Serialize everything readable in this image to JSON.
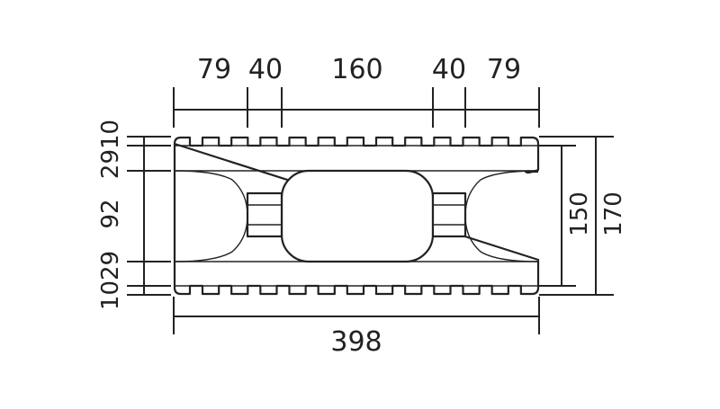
{
  "top_dimensions": [
    "79",
    "40",
    "160",
    "40",
    "79"
  ],
  "bottom_dimension": "398",
  "left_dimensions": {
    "top_pair": "2910",
    "middle": "92",
    "bottom_pair": "1029"
  },
  "right_dimensions": {
    "inner": "150",
    "outer": "170"
  }
}
